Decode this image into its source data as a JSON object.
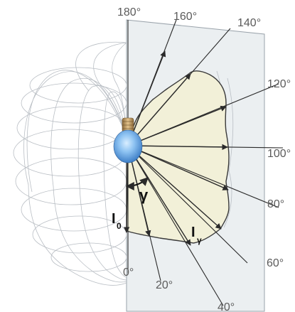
{
  "diagram": {
    "angle_labels": {
      "deg_180": "180°",
      "deg_160": "160°",
      "deg_140": "140°",
      "deg_120": "120°",
      "deg_100": "100°",
      "deg_80": "80°",
      "deg_60": "60°",
      "deg_40": "40°",
      "deg_20": "20°",
      "deg_0": "0°"
    },
    "symbols": {
      "gamma": "γ",
      "i0_main": "I",
      "i0_sub": "0",
      "igamma_main": "I",
      "igamma_sub": "γ"
    },
    "colors": {
      "plane_fill": "#e8ecef",
      "curve_fill": "#f2f0d8",
      "wireframe": "#b9bec4",
      "bulb_glass": "#7fb6ea",
      "bulb_base": "#c8a26a",
      "ray": "#2a2a2a"
    }
  }
}
